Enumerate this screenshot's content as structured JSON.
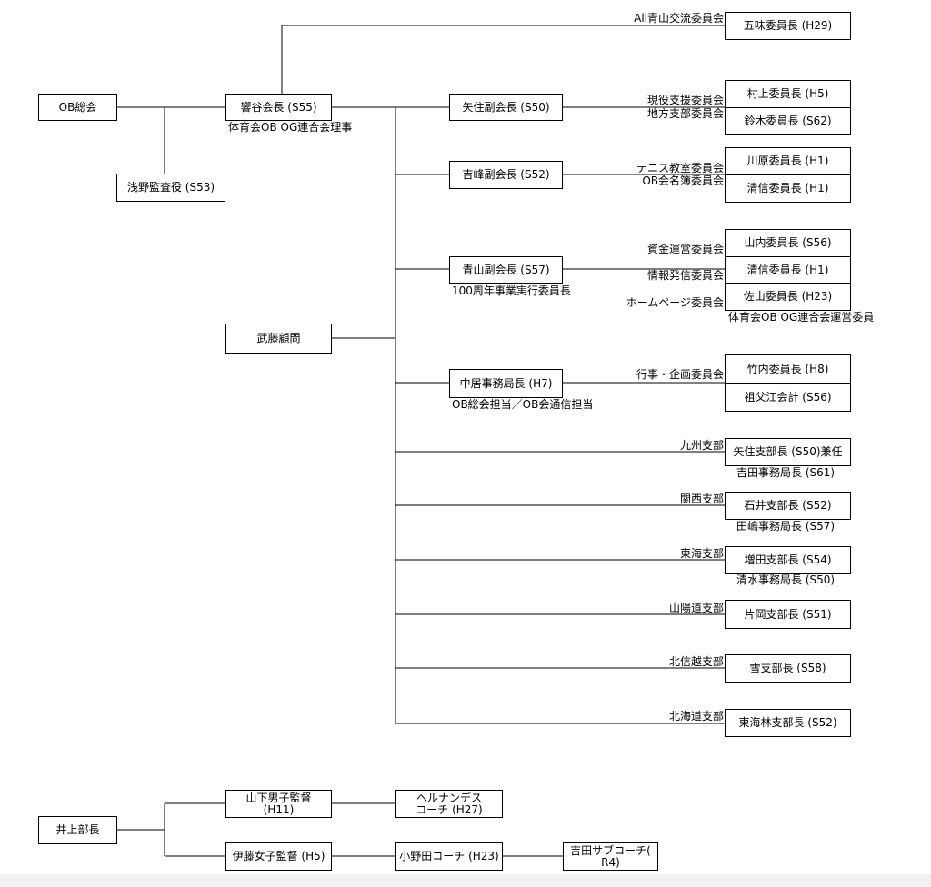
{
  "org": {
    "ob_general": "OB総会",
    "auditor": "浅野監査役 (S53)",
    "president": "響谷会長 (S55)",
    "president_note": "体育会OB OG連合会理事",
    "advisor": "武藤顧問",
    "all_aoyama_label": "All青山交流委員会",
    "gomi": "五味委員長 (H29)",
    "yazumi_vp": "矢住副会長 (S50)",
    "yazumi_lbl1": "現役支援委員会",
    "yazumi_lbl2": "地方支部委員会",
    "murakami": "村上委員長 (H5)",
    "suzuki": "鈴木委員長 (S62)",
    "yoshimine_vp": "吉峰副会長 (S52)",
    "yoshimine_lbl1": "テニス教室委員会",
    "yoshimine_lbl2": "OB会名簿委員会",
    "kawahara": "川原委員長 (H1)",
    "kiyonobu1": "清信委員長 (H1)",
    "aoyama_vp": "青山副会長 (S57)",
    "aoyama_note": "100周年事業実行委員長",
    "aoyama_lbl1": "資金運営委員会",
    "aoyama_lbl2": "情報発信委員会",
    "aoyama_lbl3": "ホームページ委員会",
    "yamauchi": "山内委員長 (S56)",
    "kiyonobu2": "清信委員長 (H1)",
    "sayama": "佐山委員長 (H23)",
    "sayama_note": "体育会OB OG連合会運営委員",
    "nakai": "中居事務局長 (H7)",
    "nakai_note": "OB総会担当／OB会通信担当",
    "nakai_lbl": "行事・企画委員会",
    "takeuchi": "竹内委員長 (H8)",
    "sofue": "祖父江会計 (S56)",
    "kyushu_lbl": "九州支部",
    "kyushu_head": "矢住支部長 (S50)兼任",
    "kyushu_sec": "吉田事務局長 (S61)",
    "kansai_lbl": "関西支部",
    "kansai_head": "石井支部長 (S52)",
    "kansai_sec": "田嶋事務局長 (S57)",
    "tokai_lbl": "東海支部",
    "tokai_head": "増田支部長 (S54)",
    "tokai_sec": "清水事務局長 (S50)",
    "sanyo_lbl": "山陽道支部",
    "sanyo_head": "片岡支部長 (S51)",
    "hokushinetsu_lbl": "北信越支部",
    "hokushinetsu_head": "雪支部長 (S58)",
    "hokkaido_lbl": "北海道支部",
    "hokkaido_head": "東海林支部長 (S52)"
  },
  "team": {
    "director": "井上部長",
    "men_coach_l1": "山下男子監督",
    "men_coach_l2": "(H11)",
    "hernandez_l1": "ヘルナンデス",
    "hernandez_l2": "コーチ (H27)",
    "women_coach": "伊藤女子監督 (H5)",
    "onoda": "小野田コーチ (H23)",
    "yoshida_sub_l1": "吉田サブコーチ(",
    "yoshida_sub_l2": "R4)"
  }
}
